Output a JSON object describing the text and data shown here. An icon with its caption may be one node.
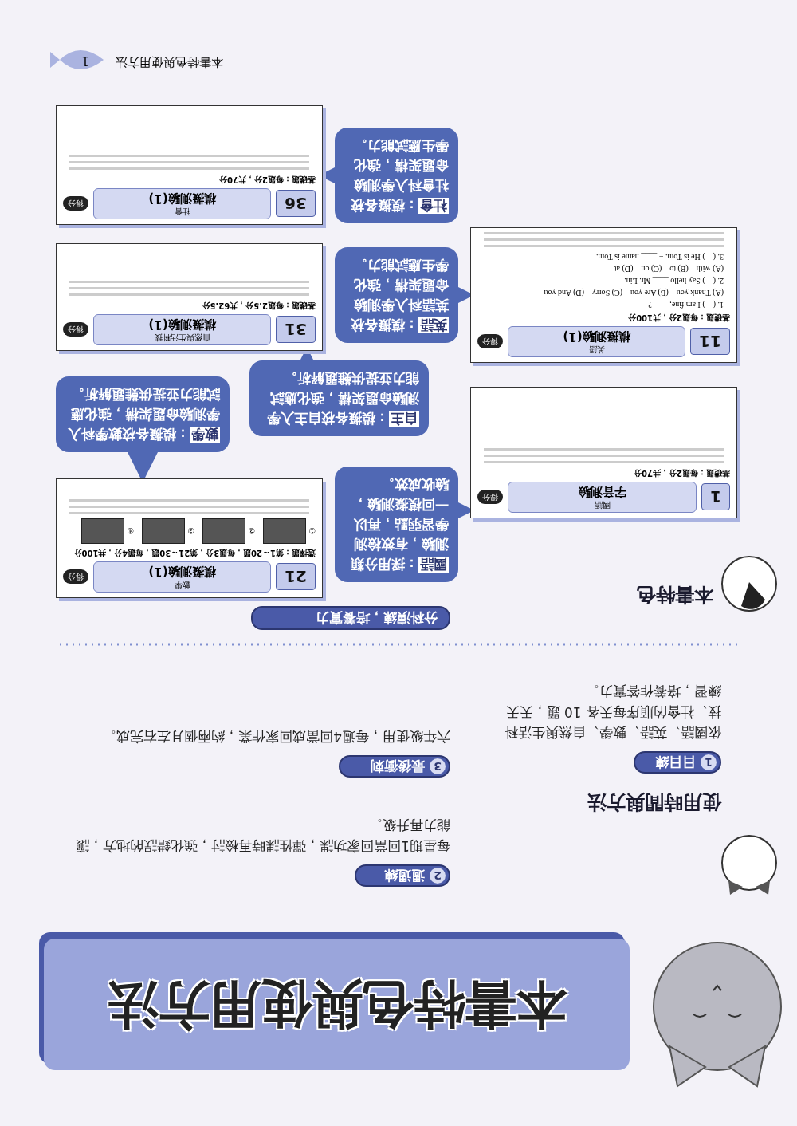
{
  "diagram": {
    "title": "本書特色與使用方法",
    "nodes": [
      {
        "text": [
          "1",
          "日日練"
        ],
        "beside": [
          "依國語、英語、數學、自然與生活科技、社會的順序每天各 10 題，天天練習，培養作答實力。"
        ]
      },
      {
        "text": [
          "2",
          "週週練"
        ],
        "beside": [
          "每星期1回當回家功課，彈性課時再檢討，強化錯誤的地方，讓能力再升級。"
        ]
      },
      {
        "text": [
          "3",
          "最後衝刺"
        ],
        "beside": [
          "六年級使用，每週4回當成回家作業，約兩個月左右完成。"
        ]
      },
      {
        "text": [
          "分科演練，培養實力"
        ]
      },
      {
        "text": [
          "1",
          "國語",
          "字音測驗",
          "得分",
          "基礎題：每題2分，共70分"
        ]
      },
      {
        "text": [
          "**國語**：採用分類測驗，有效檢測學習弱點，再以一回模擬測驗，驗收成效。"
        ]
      },
      {
        "text": [
          "21",
          "數學",
          "模擬測驗(1)",
          "得分",
          "選擇題：第1～20題，每題3分，第21～30題，每題4分，共100分"
        ]
      },
      {
        "text": [
          "**數學**：模擬各校數學科入學測驗命題架構，強化應試能力並提供難題解析。"
        ]
      },
      {
        "text": [
          "**自主**：模擬各校自主入學測驗命題架構，強化應試能力並提供難題解析。"
        ]
      },
      {
        "text": [
          "11",
          "英語",
          "模擬測驗(1)",
          "得分",
          "基礎題：每題2分，共100分",
          "1. (　) I am fine, ____?",
          "(A) Thank you　(B) Are you　(C) Sorry　(D) And you",
          "2. (　) Say hello ____ Mr. Lin.",
          "(A) with　(B) to　(C) on　(D) at",
          "3. (　) He is Tom. = ____ name is Tom."
        ]
      },
      {
        "text": [
          "**英語**：模擬各校英語科入學測驗命題架構，強化學生應試能力。"
        ]
      },
      {
        "text": [
          "31",
          "自然與生活科技",
          "模擬測驗(1)",
          "得分",
          "基礎題：每題2.5分，共62.5分"
        ]
      },
      {
        "text": [
          "36",
          "社會",
          "模擬測驗(1)",
          "得分",
          "基礎題：每題2分，共70分"
        ]
      },
      {
        "text": [
          "**社會**：模擬各校社會科入學測驗命題架構，強化學生應試能力。"
        ]
      }
    ],
    "edges": [
      {
        "from": 5,
        "to": 4,
        "arrow": "to"
      },
      {
        "from": 7,
        "to": 6,
        "arrow": "to"
      },
      {
        "from": 8,
        "to": 11,
        "arrow": "to"
      },
      {
        "from": 10,
        "to": 9,
        "arrow": "to"
      },
      {
        "from": 13,
        "to": 12,
        "arrow": "to"
      }
    ],
    "labels": [
      "使用時間與方法",
      "本書特色",
      "①",
      "②",
      "③",
      "④",
      "本書特色與使用方法",
      "1"
    ]
  }
}
